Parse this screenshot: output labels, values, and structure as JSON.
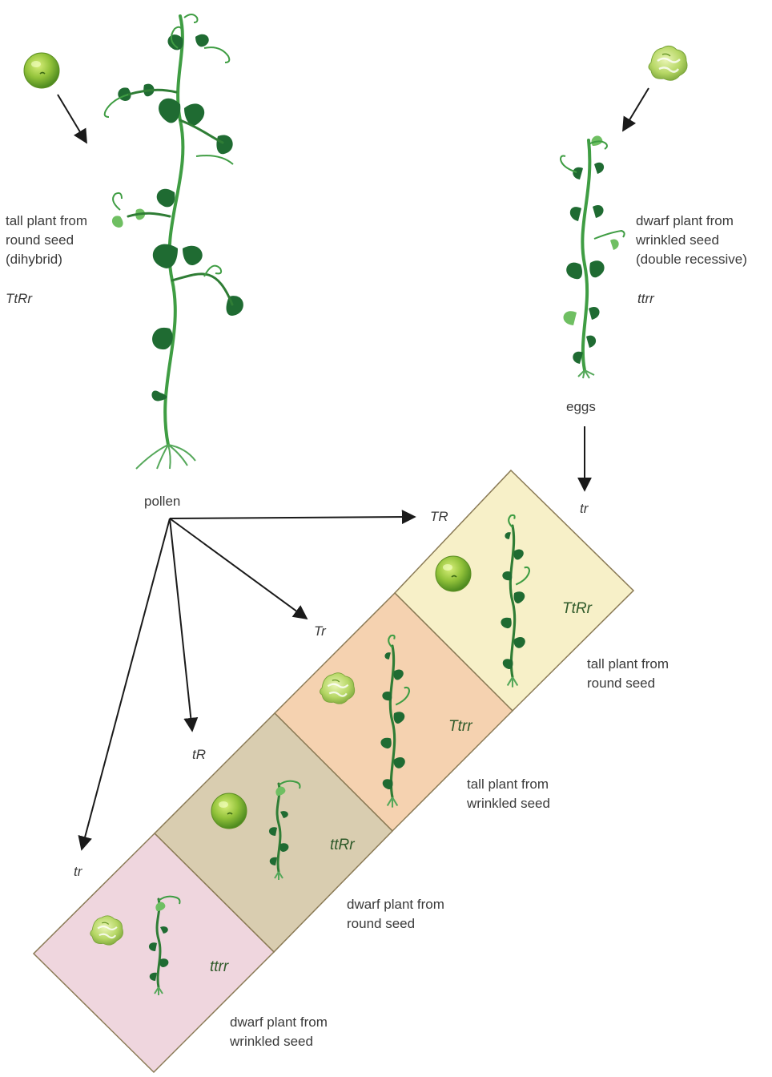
{
  "parents": {
    "left": {
      "description": [
        "tall plant from",
        "round seed",
        "(dihybrid)"
      ],
      "genotype": "TtRr",
      "gamete_source": "pollen"
    },
    "right": {
      "description": [
        "dwarf plant from",
        "wrinkled seed",
        "(double recessive)"
      ],
      "genotype": "ttrr",
      "gamete_source": "eggs"
    }
  },
  "gametes": {
    "pollen": [
      "TR",
      "Tr",
      "tR",
      "tr"
    ],
    "eggs": [
      "tr"
    ]
  },
  "offspring": [
    {
      "genotype": "TtRr",
      "description": [
        "tall plant from",
        "round seed"
      ],
      "seed": "round",
      "plant": "tall",
      "color": "#f7f0c8"
    },
    {
      "genotype": "Ttrr",
      "description": [
        "tall plant from",
        "wrinkled seed"
      ],
      "seed": "wrinkled",
      "plant": "tall",
      "color": "#f5d2b0"
    },
    {
      "genotype": "ttRr",
      "description": [
        "dwarf plant from",
        "round seed"
      ],
      "seed": "round",
      "plant": "dwarf",
      "color": "#d9cdb0"
    },
    {
      "genotype": "ttrr",
      "description": [
        "dwarf plant from",
        "wrinkled seed"
      ],
      "seed": "wrinkled",
      "plant": "dwarf",
      "color": "#efd6de"
    }
  ],
  "colors": {
    "arrow": "#1a1a1a",
    "stem": "#3f9d43",
    "leaf_dark": "#1f6b32",
    "seed_round": "#8bbf2e",
    "seed_wrinkled": "#b8d66a",
    "cell_border": "#8a7a55"
  },
  "icons": {
    "round_seed": "round-pea-seed-icon",
    "wrinkled_seed": "wrinkled-pea-seed-icon",
    "plant": "pea-plant-icon"
  }
}
